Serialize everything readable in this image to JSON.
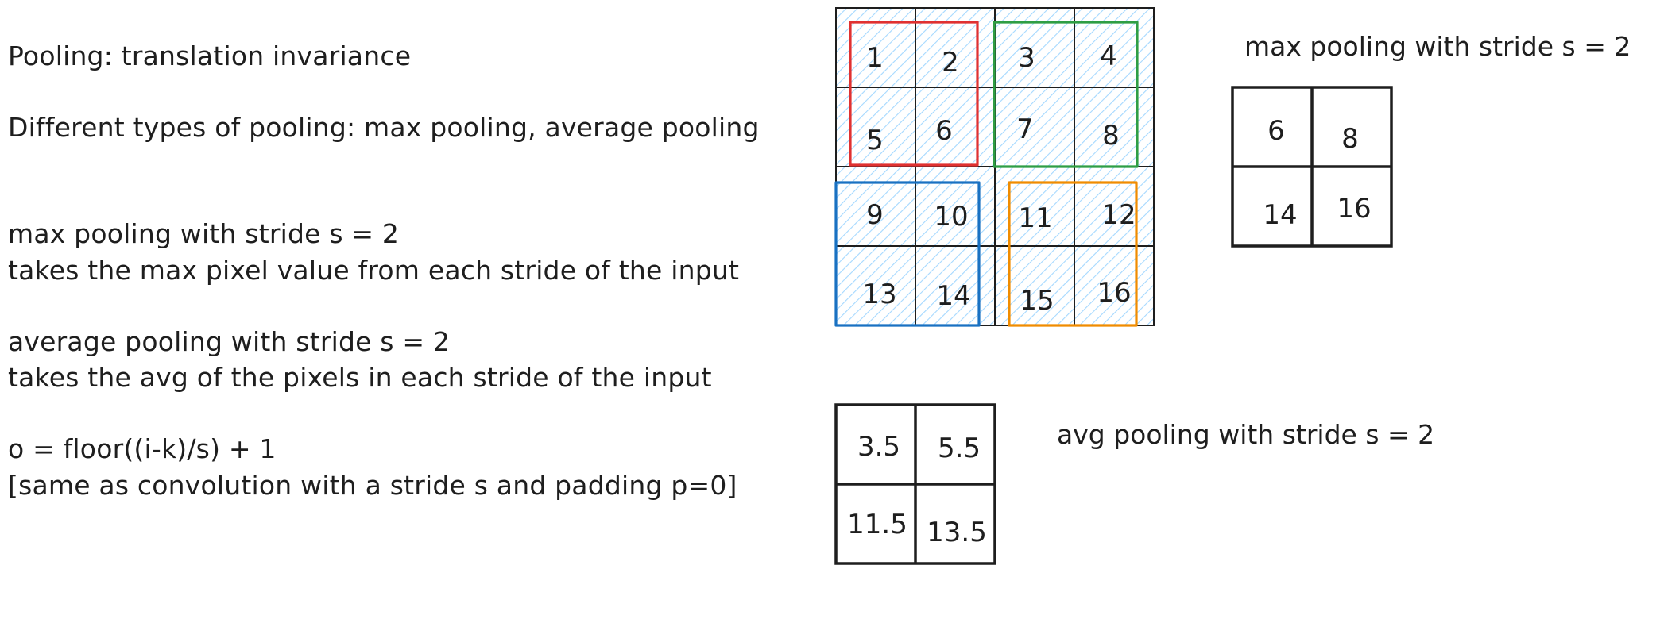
{
  "notes": {
    "line1": "Pooling: translation invariance",
    "line2": "Different types of pooling: max pooling, average pooling",
    "line3": "max pooling with stride s = 2",
    "line4": "takes the max pixel value from each stride of the input",
    "line5": "average pooling with stride s = 2",
    "line6": "takes the avg of the pixels in each stride of the input",
    "line7": "o = floor((i-k)/s) + 1",
    "line8": "[same as convolution with a stride s and padding p=0]"
  },
  "input_grid": {
    "values": [
      "1",
      "2",
      "3",
      "4",
      "5",
      "6",
      "7",
      "8",
      "9",
      "10",
      "11",
      "12",
      "13",
      "14",
      "15",
      "16"
    ],
    "fill_color": "#a5d8ff",
    "window_colors": [
      "#e03131",
      "#2f9e44",
      "#1971c2",
      "#f08c00"
    ]
  },
  "max_pool": {
    "caption": "max pooling with stride s = 2",
    "values": [
      "6",
      "8",
      "14",
      "16"
    ]
  },
  "avg_pool": {
    "caption": "avg pooling with stride s = 2",
    "values": [
      "3.5",
      "5.5",
      "11.5",
      "13.5"
    ]
  }
}
